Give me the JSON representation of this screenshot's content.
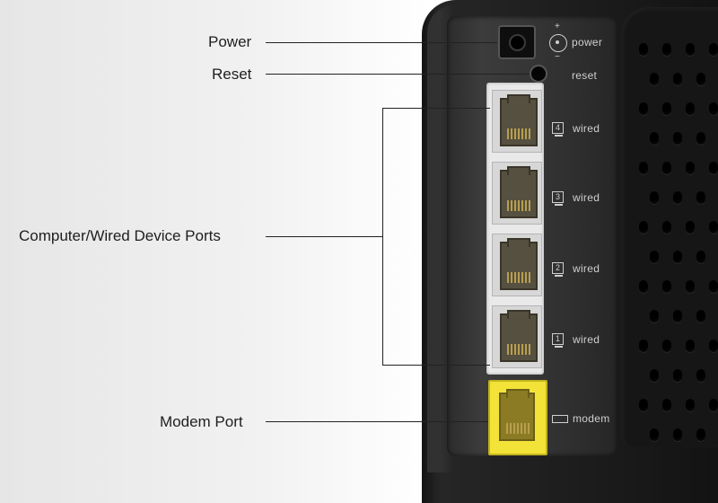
{
  "callouts": {
    "power": "Power",
    "reset": "Reset",
    "wired_ports": "Computer/Wired Device Ports",
    "modem_port": "Modem Port"
  },
  "panel_text": {
    "power": "power",
    "reset": "reset",
    "plus": "+",
    "minus": "−",
    "wired_ports": [
      {
        "number": "4",
        "label": "wired"
      },
      {
        "number": "3",
        "label": "wired"
      },
      {
        "number": "2",
        "label": "wired"
      },
      {
        "number": "1",
        "label": "wired"
      }
    ],
    "modem": "modem"
  },
  "icons": [
    "power-jack-icon",
    "reset-hole-icon",
    "monitor-icon",
    "modem-icon"
  ],
  "colors": {
    "router_body": "#1d1d1d",
    "port_white": "#e9e9e9",
    "modem_yellow": "#f3e338",
    "panel_text": "#cfcfcf",
    "label_text": "#1e1e1e"
  }
}
